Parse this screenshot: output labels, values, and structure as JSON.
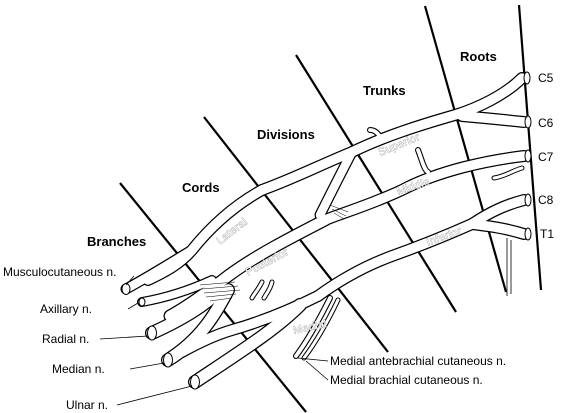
{
  "zones": {
    "roots": "Roots",
    "trunks": "Trunks",
    "divisions": "Divisions",
    "cords": "Cords",
    "branches": "Branches"
  },
  "root_labels": {
    "c5": "C5",
    "c6": "C6",
    "c7": "C7",
    "c8": "C8",
    "t1": "T1"
  },
  "trunk_labels": {
    "superior": "Superior",
    "middle": "Middle",
    "inferior": "Inferior"
  },
  "cord_labels": {
    "lateral": "Lateral",
    "posterior": "Posterior",
    "medial": "Medial"
  },
  "branch_labels": {
    "musculocutaneous": "Musculocutaneous n.",
    "axillary": "Axillary n.",
    "radial": "Radial n.",
    "median": "Median n.",
    "ulnar": "Ulnar n.",
    "medial_antebrachial": "Medial antebrachial cutaneous n.",
    "medial_brachial": "Medial brachial cutaneous n."
  }
}
